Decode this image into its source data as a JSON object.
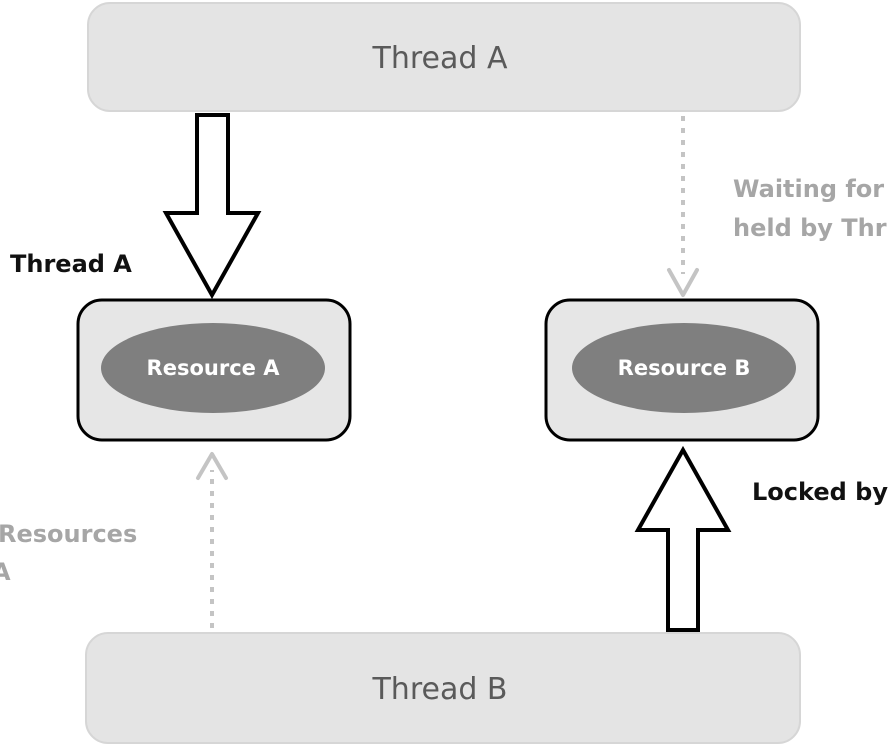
{
  "threads": {
    "top": {
      "label": "Thread A"
    },
    "bottom": {
      "label": "Thread B"
    }
  },
  "resources": {
    "a": {
      "label": "Resource A"
    },
    "b": {
      "label": "Resource B"
    }
  },
  "annotations": {
    "locked_by_a": "Thread A",
    "waiting_line1": "Waiting for",
    "waiting_line2": "held by Thr",
    "locked_by_b": "Locked by",
    "resources_line1": "Resources",
    "resources_line2": "A"
  },
  "colors": {
    "thread_bar_fill": "#e4e4e4",
    "resource_box_fill": "#e6e6e6",
    "resource_ellipse_fill": "#7f7f7f",
    "solid_arrow_stroke": "#000000",
    "dotted_arrow": "#c4c4c4"
  }
}
